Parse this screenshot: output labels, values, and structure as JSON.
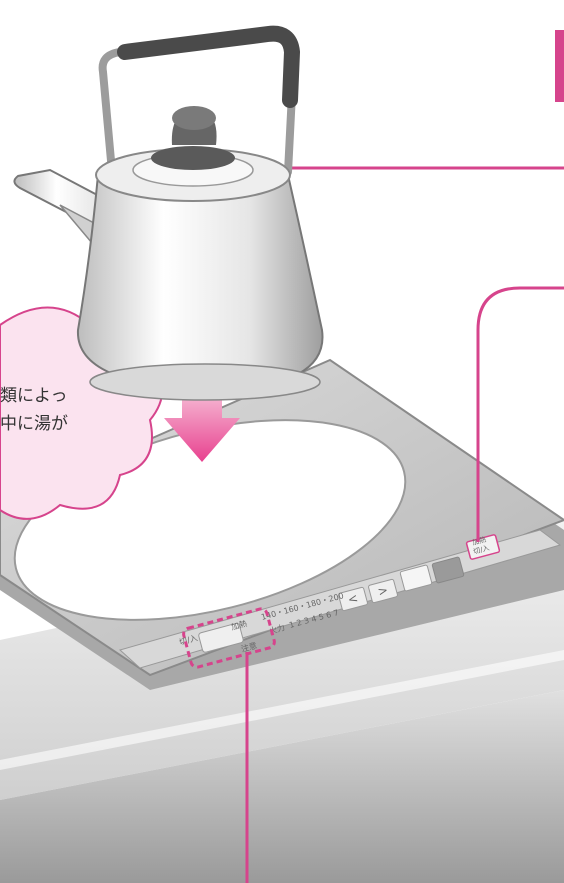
{
  "cloud_text": {
    "line1": "類によっ",
    "line2": "中に湯が"
  },
  "control_panel": {
    "left_button_labels": {
      "power": "切/入",
      "mode": "加熱",
      "caution": "注意"
    },
    "temperature_scale": "140・160・180・200",
    "power_scale": "1 2 3 4 5 6 7",
    "power_scale_prefix": "火力",
    "decrease_symbol": "<",
    "increase_symbol": ">",
    "right_button_labels": {
      "top": "加熱",
      "bottom": "切/入"
    }
  },
  "colors": {
    "accent_pink": "#d6448c",
    "cloud_fill": "#fbe3ef",
    "arrow_pink": "#e8418f",
    "countertop": "#d9d9d9",
    "cooker_body": "#c9c9c9"
  },
  "icons": {
    "kettle": "kettle-icon",
    "down_arrow": "down-arrow-icon"
  }
}
